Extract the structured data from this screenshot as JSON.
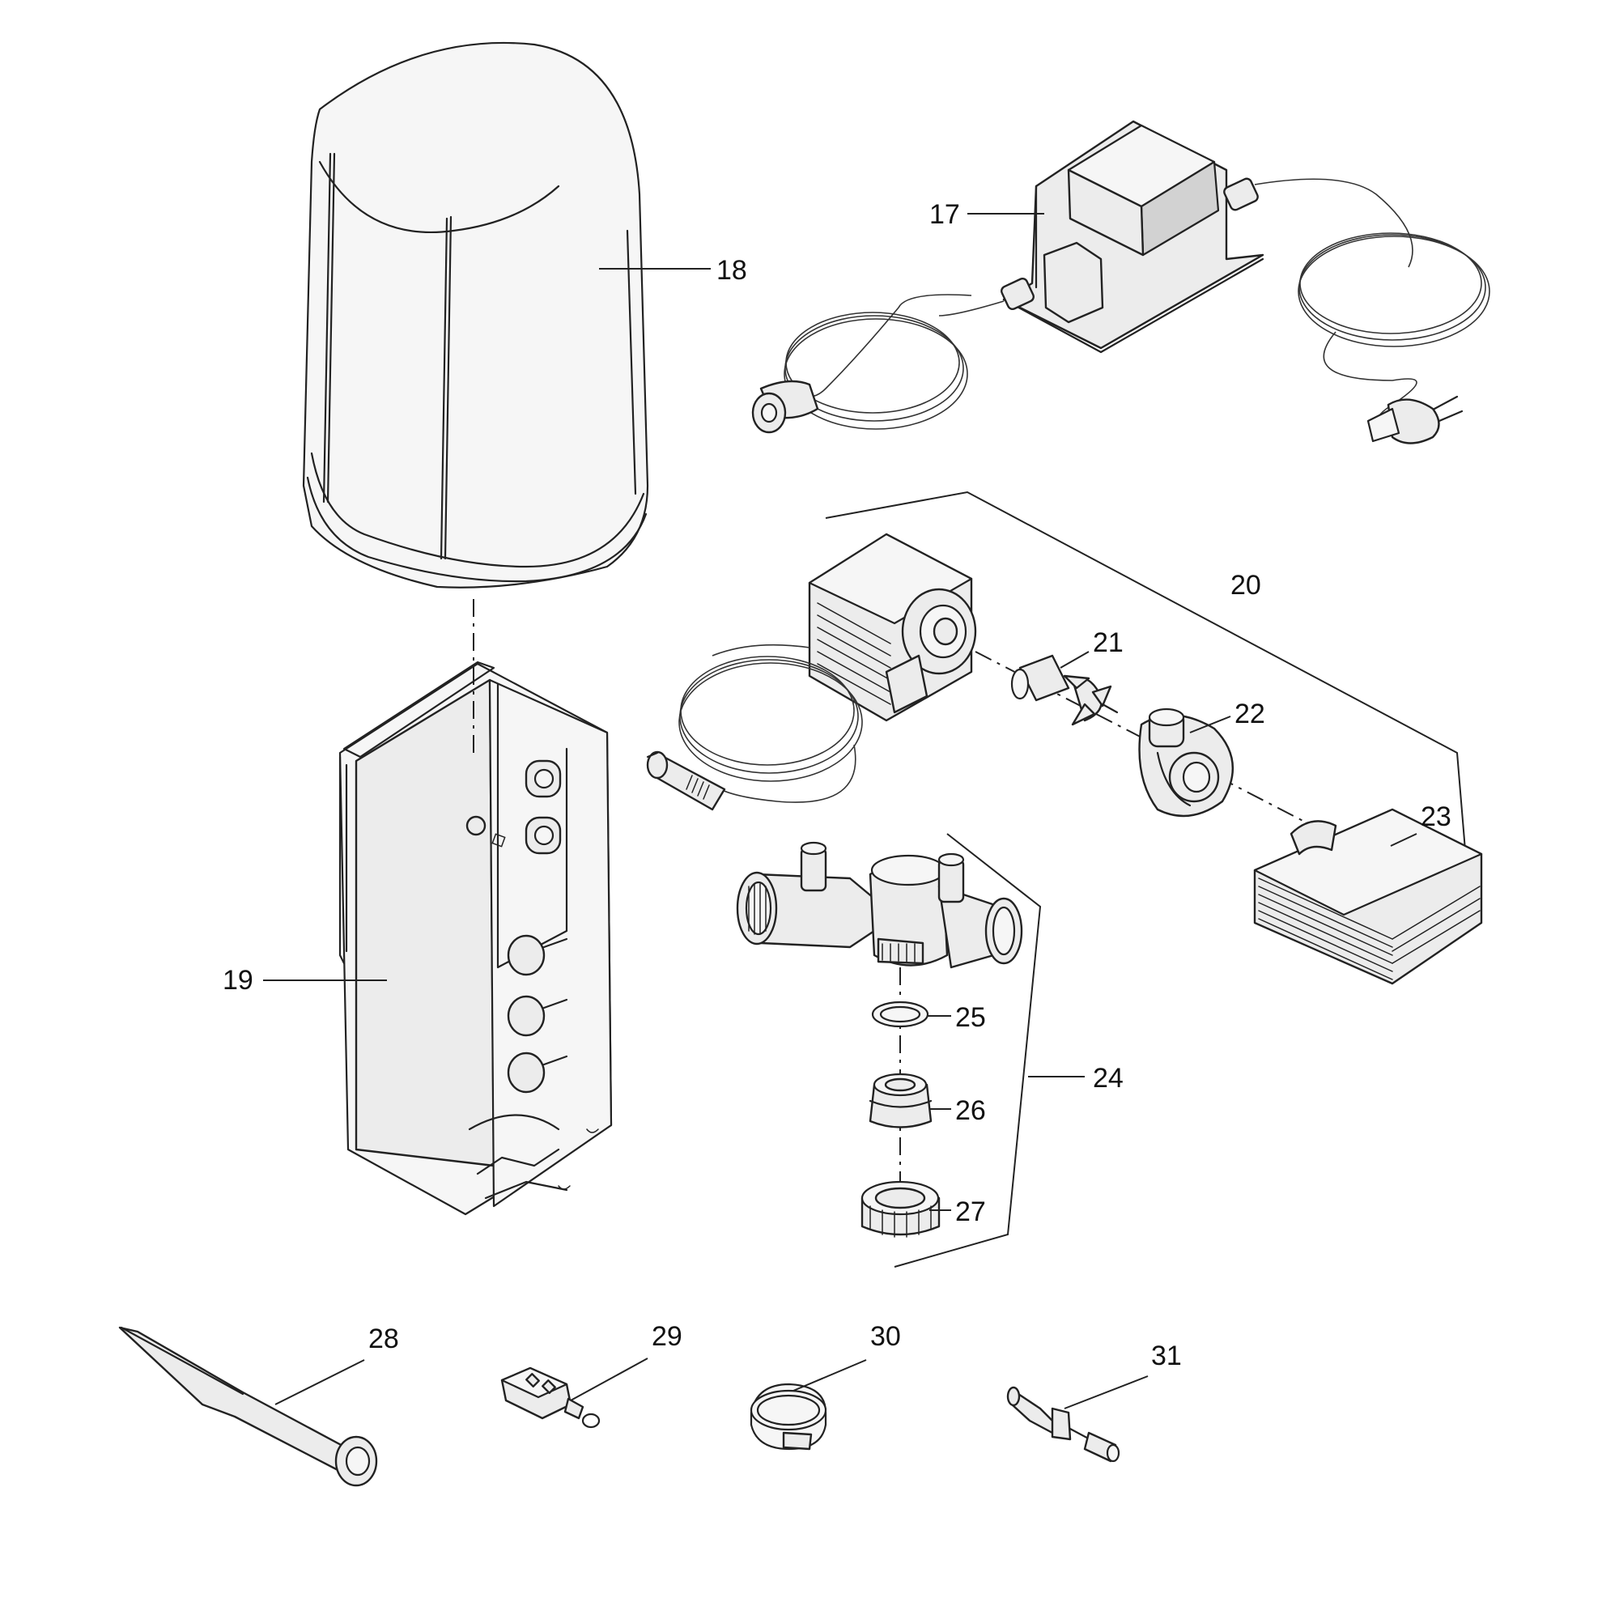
{
  "callouts": [
    {
      "id": "17",
      "label": "17"
    },
    {
      "id": "18",
      "label": "18"
    },
    {
      "id": "19",
      "label": "19"
    },
    {
      "id": "20",
      "label": "20"
    },
    {
      "id": "21",
      "label": "21"
    },
    {
      "id": "22",
      "label": "22"
    },
    {
      "id": "23",
      "label": "23"
    },
    {
      "id": "24",
      "label": "24"
    },
    {
      "id": "25",
      "label": "25"
    },
    {
      "id": "26",
      "label": "26"
    },
    {
      "id": "27",
      "label": "27"
    },
    {
      "id": "28",
      "label": "28"
    },
    {
      "id": "29",
      "label": "29"
    },
    {
      "id": "30",
      "label": "30"
    },
    {
      "id": "31",
      "label": "31"
    }
  ]
}
